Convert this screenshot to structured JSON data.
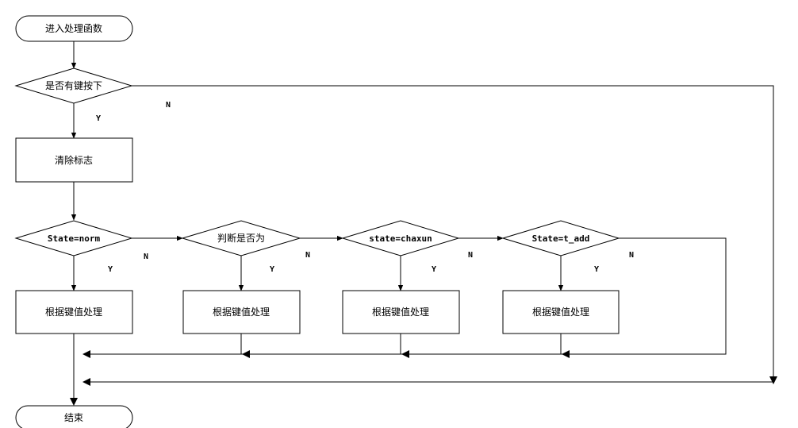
{
  "nodes": {
    "start": "进入处理函数",
    "key_pressed": "是否有键按下",
    "clear_flag": "清除标志",
    "state_norm": "State=norm",
    "judge": "判断是否为",
    "state_chaxun": "state=chaxun",
    "state_t_add": "State=t_add",
    "process_1": "根据键值处理",
    "process_2": "根据键值处理",
    "process_3": "根据键值处理",
    "process_4": "根据键值处理",
    "end": "结束"
  },
  "labels": {
    "key_no": "N",
    "key_yes": "Y",
    "norm_no": "N",
    "norm_yes": "Y",
    "judge_no": "N",
    "judge_yes": "Y",
    "chaxun_no": "N",
    "chaxun_yes": "Y",
    "tadd_no": "N",
    "tadd_yes": "Y"
  }
}
